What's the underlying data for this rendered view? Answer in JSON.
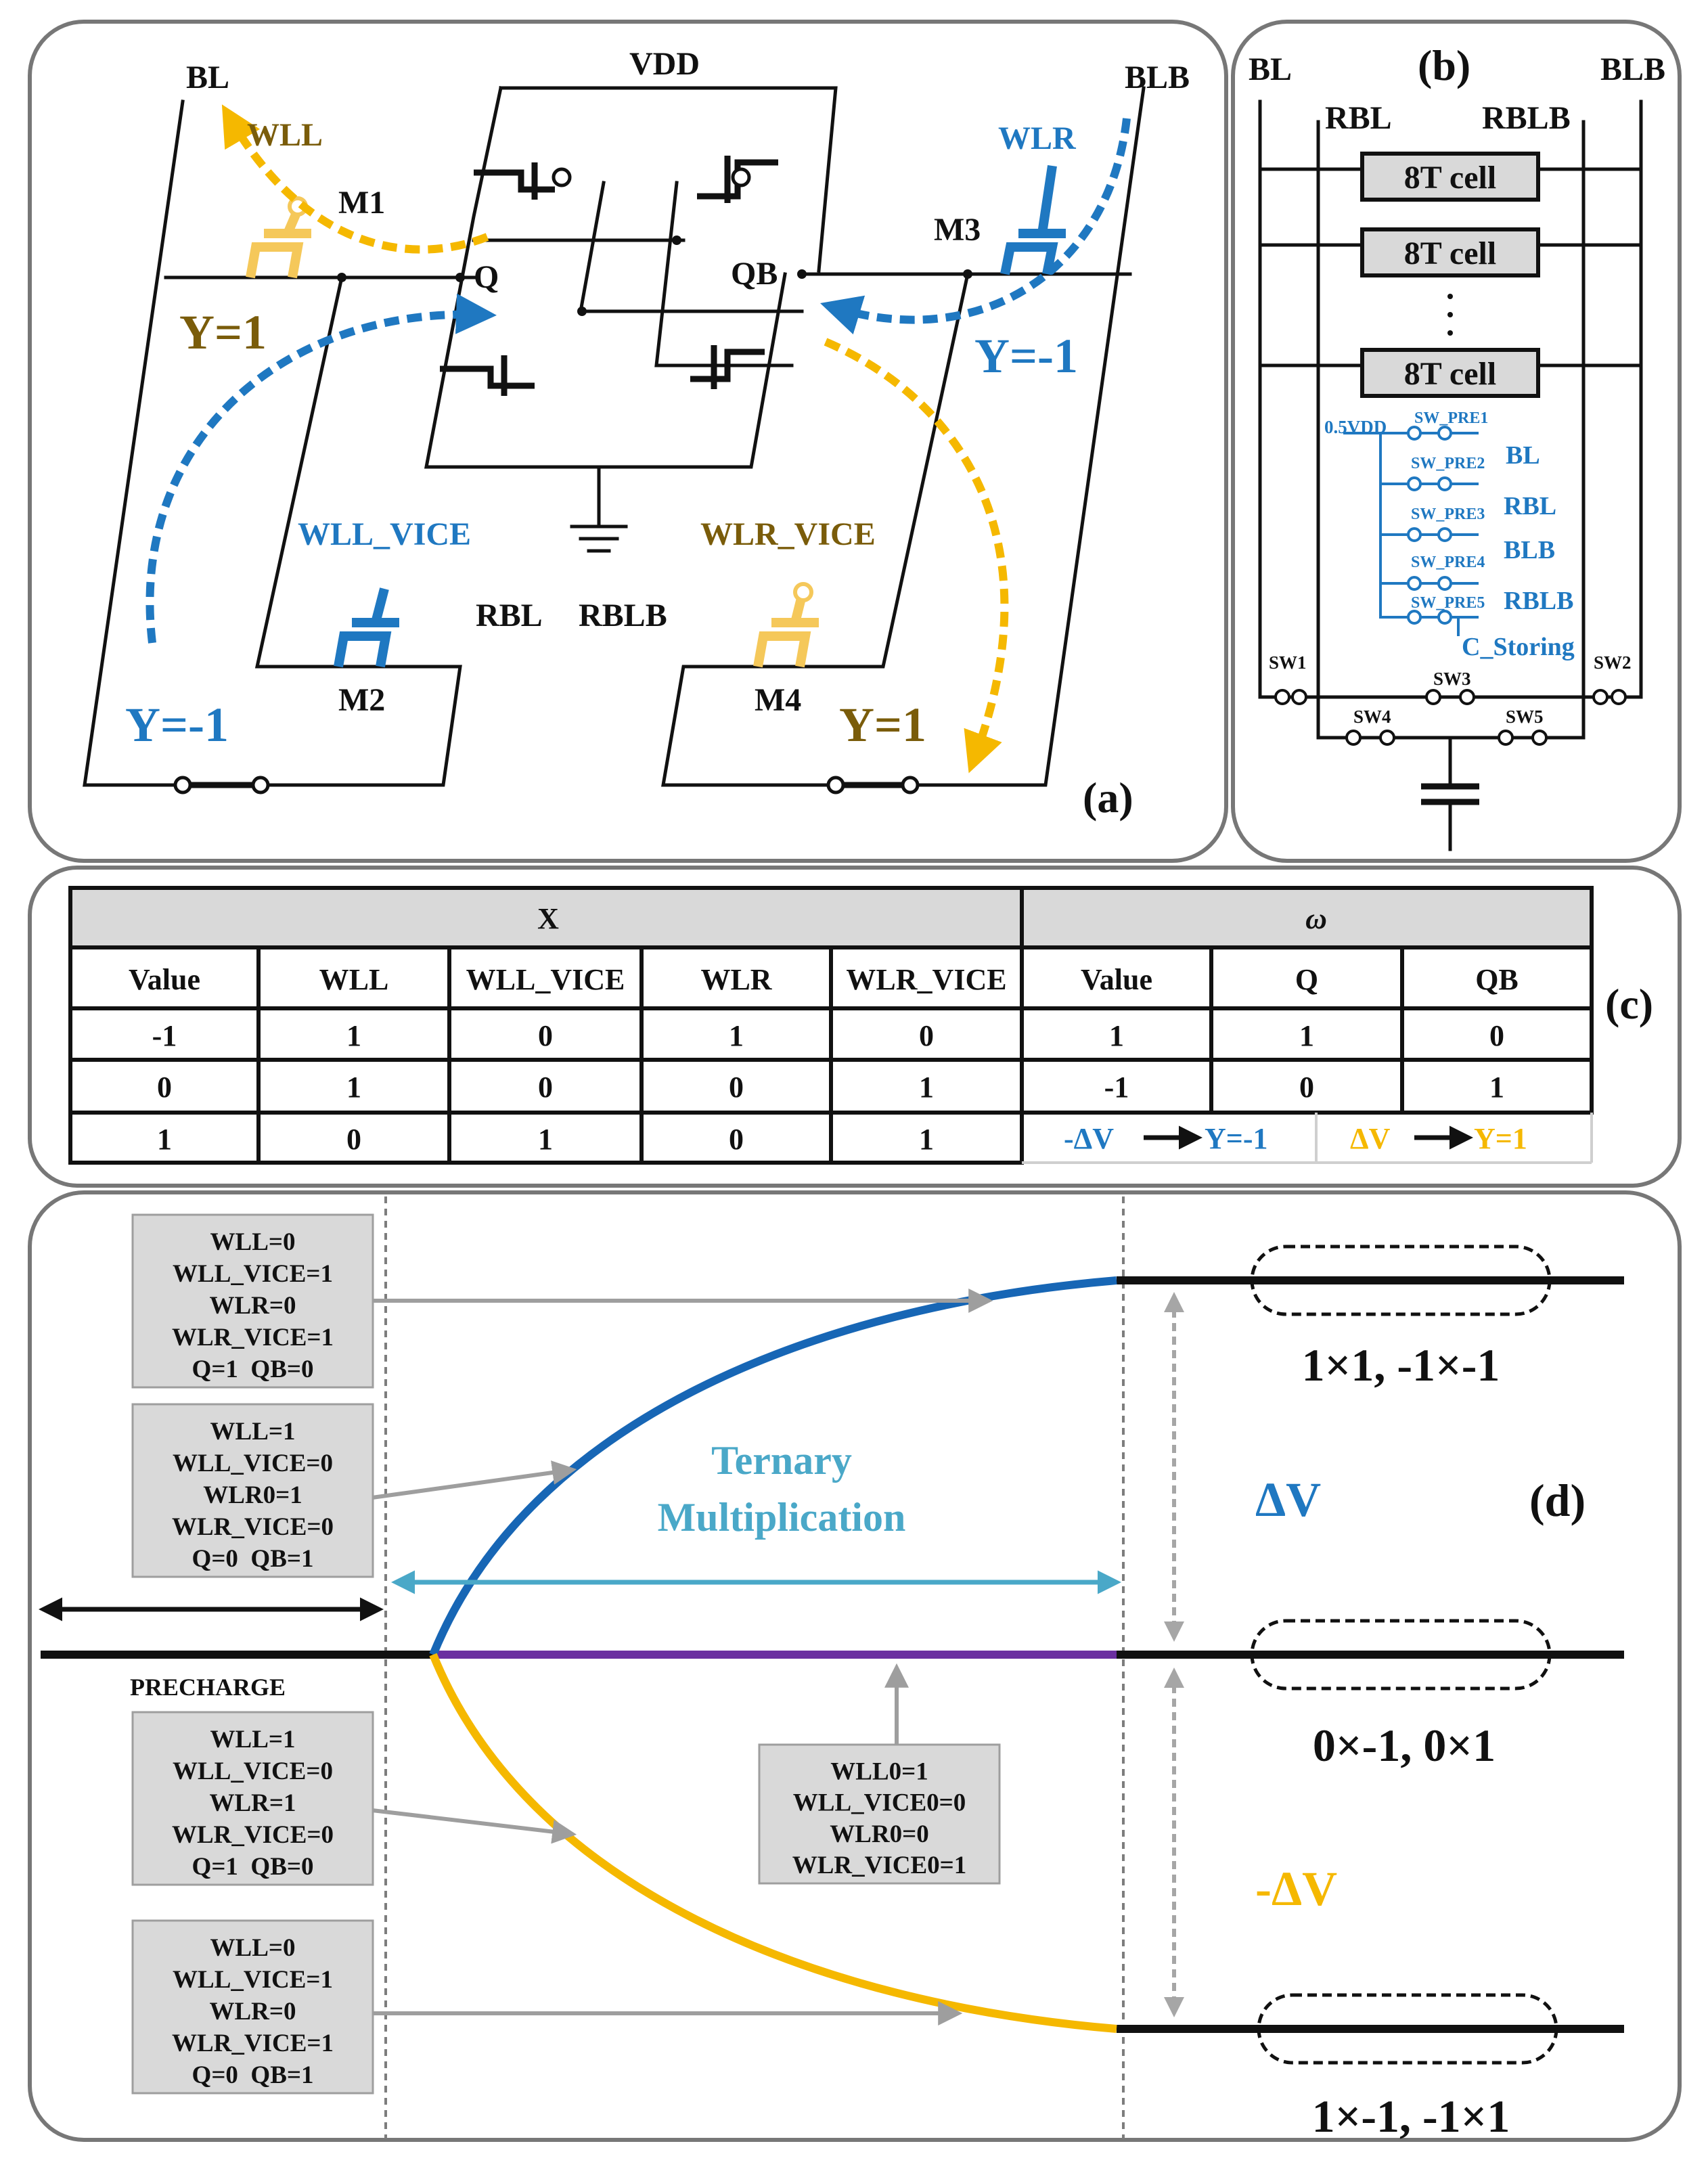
{
  "panel_a": {
    "label": "(a)",
    "vdd": "VDD",
    "bl": "BL",
    "blb": "BLB",
    "wll": "WLL",
    "wlr": "WLR",
    "m1": "M1",
    "m2": "M2",
    "m3": "M3",
    "m4": "M4",
    "q": "Q",
    "qb": "QB",
    "wll_vice": "WLL_VICE",
    "wlr_vice": "WLR_VICE",
    "rbl": "RBL",
    "rblb": "RBLB",
    "y_pos_left": "Y=1",
    "y_neg_left": "Y=-1",
    "y_neg_right": "Y=-1",
    "y_pos_right": "Y=1"
  },
  "panel_b": {
    "label": "(b)",
    "bl": "BL",
    "blb": "BLB",
    "rbl": "RBL",
    "rblb": "RBLB",
    "cell1": "8T cell",
    "cell2": "8T cell",
    "cell3": "8T cell",
    "vdd_half": "0.5VDD",
    "sw_pre1": "SW_PRE1",
    "sw_pre2": "SW_PRE2",
    "sw_pre3": "SW_PRE3",
    "sw_pre4": "SW_PRE4",
    "sw_pre5": "SW_PRE5",
    "out_bl": "BL",
    "out_rbl": "RBL",
    "out_blb": "BLB",
    "out_rblb": "RBLB",
    "c_storing": "C_Storing",
    "sw1": "SW1",
    "sw2": "SW2",
    "sw3": "SW3",
    "sw4": "SW4",
    "sw5": "SW5"
  },
  "panel_c": {
    "label": "(c)",
    "group_x": "X",
    "group_w": "ω",
    "headers": [
      "Value",
      "WLL",
      "WLL_VICE",
      "WLR",
      "WLR_VICE",
      "Value",
      "Q",
      "QB"
    ],
    "rows": [
      [
        "-1",
        "1",
        "0",
        "1",
        "0",
        "1",
        "1",
        "0"
      ],
      [
        "0",
        "1",
        "0",
        "0",
        "1",
        "-1",
        "0",
        "1"
      ],
      [
        "1",
        "0",
        "1",
        "0",
        "1"
      ]
    ],
    "legend_neg_dv": "-ΔV",
    "legend_neg_y": "Y=-1",
    "legend_pos_dv": "ΔV",
    "legend_pos_y": "Y=1",
    "neg_color": "#1f78c1",
    "pos_color": "#f5b800"
  },
  "panel_d": {
    "label": "(d)",
    "box1": [
      "WLL=0",
      "WLL_VICE=1",
      "WLR=0",
      "WLR_VICE=1",
      "Q=1  QB=0"
    ],
    "box2": [
      "WLL=1",
      "WLL_VICE=0",
      "WLR0=1",
      "WLR_VICE=0",
      "Q=0  QB=1"
    ],
    "box3": [
      "WLL=1",
      "WLL_VICE=0",
      "WLR=1",
      "WLR_VICE=0",
      "Q=1  QB=0"
    ],
    "box4": [
      "WLL=0",
      "WLL_VICE=1",
      "WLR=0",
      "WLR_VICE=1",
      "Q=0  QB=1"
    ],
    "box5": [
      "WLL0=1",
      "WLL_VICE0=0",
      "WLR0=0",
      "WLR_VICE0=1"
    ],
    "ternary_1": "Ternary",
    "ternary_2": "Multiplication",
    "precharge": "PRECHARGE",
    "dv_pos": "ΔV",
    "dv_neg": "-ΔV",
    "out_top": "1×1, -1×-1",
    "out_mid": "0×-1, 0×1",
    "out_bot": "1×-1, -1×1",
    "color_up": "#1766b5",
    "color_down": "#f5b800",
    "color_flat": "#6b2fa0",
    "color_ternary": "#4aa8c8"
  }
}
